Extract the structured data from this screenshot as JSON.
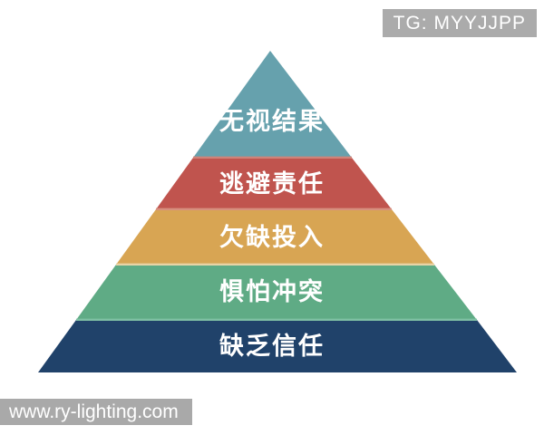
{
  "page": {
    "background": "#ffffff"
  },
  "badge": {
    "label": "TG: MYYJJPP",
    "bg": "#ababab",
    "text_color": "#ffffff"
  },
  "watermark": {
    "label": "www.ry-lighting.com",
    "bg": "#a9a9a9",
    "text_color": "#ffffff"
  },
  "pyramid": {
    "type": "pyramid-diagram",
    "label_color": "#ffffff",
    "levels": [
      {
        "label": "无视结果",
        "color": "#66a1ad"
      },
      {
        "label": "逃避责任",
        "color": "#c0544e"
      },
      {
        "label": "欠缺投入",
        "color": "#d8a553"
      },
      {
        "label": "惧怕冲突",
        "color": "#5fab85"
      },
      {
        "label": "缺乏信任",
        "color": "#20426a"
      }
    ],
    "separators": [
      {
        "color": "#cf8379"
      },
      {
        "color": "#d78f7f"
      },
      {
        "color": "#e8d3a6"
      },
      {
        "color": "#7fc0a4"
      }
    ]
  }
}
